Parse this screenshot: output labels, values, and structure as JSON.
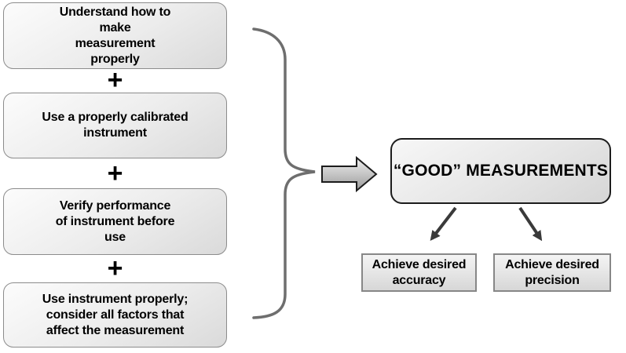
{
  "colors": {
    "background": "#ffffff",
    "text": "#000000",
    "left_box_border": "#8c8c8c",
    "result_box_border": "#1c1c1c",
    "outcome_box_border": "#878787",
    "brace": "#6e6e6e",
    "connector_arrow": "#3a3a3a",
    "block_arrow_outline": "#1c1c1c",
    "block_arrow_light": "#efefef",
    "block_arrow_dark": "#9a9a9a"
  },
  "left_column": {
    "plus_symbol": "+",
    "boxes": [
      {
        "lines": [
          "Understand how to",
          "make",
          "measurement",
          "properly"
        ]
      },
      {
        "lines": [
          "Use a properly calibrated",
          "instrument"
        ]
      },
      {
        "lines": [
          "Verify performance",
          "of instrument before",
          "use"
        ]
      },
      {
        "lines": [
          "Use instrument properly;",
          "consider all factors that",
          "affect the measurement"
        ]
      }
    ]
  },
  "result_box": {
    "label": "“GOOD” MEASUREMENTS"
  },
  "outcome_boxes": [
    {
      "lines": [
        "Achieve desired",
        "accuracy"
      ]
    },
    {
      "lines": [
        "Achieve desired",
        "precision"
      ]
    }
  ]
}
